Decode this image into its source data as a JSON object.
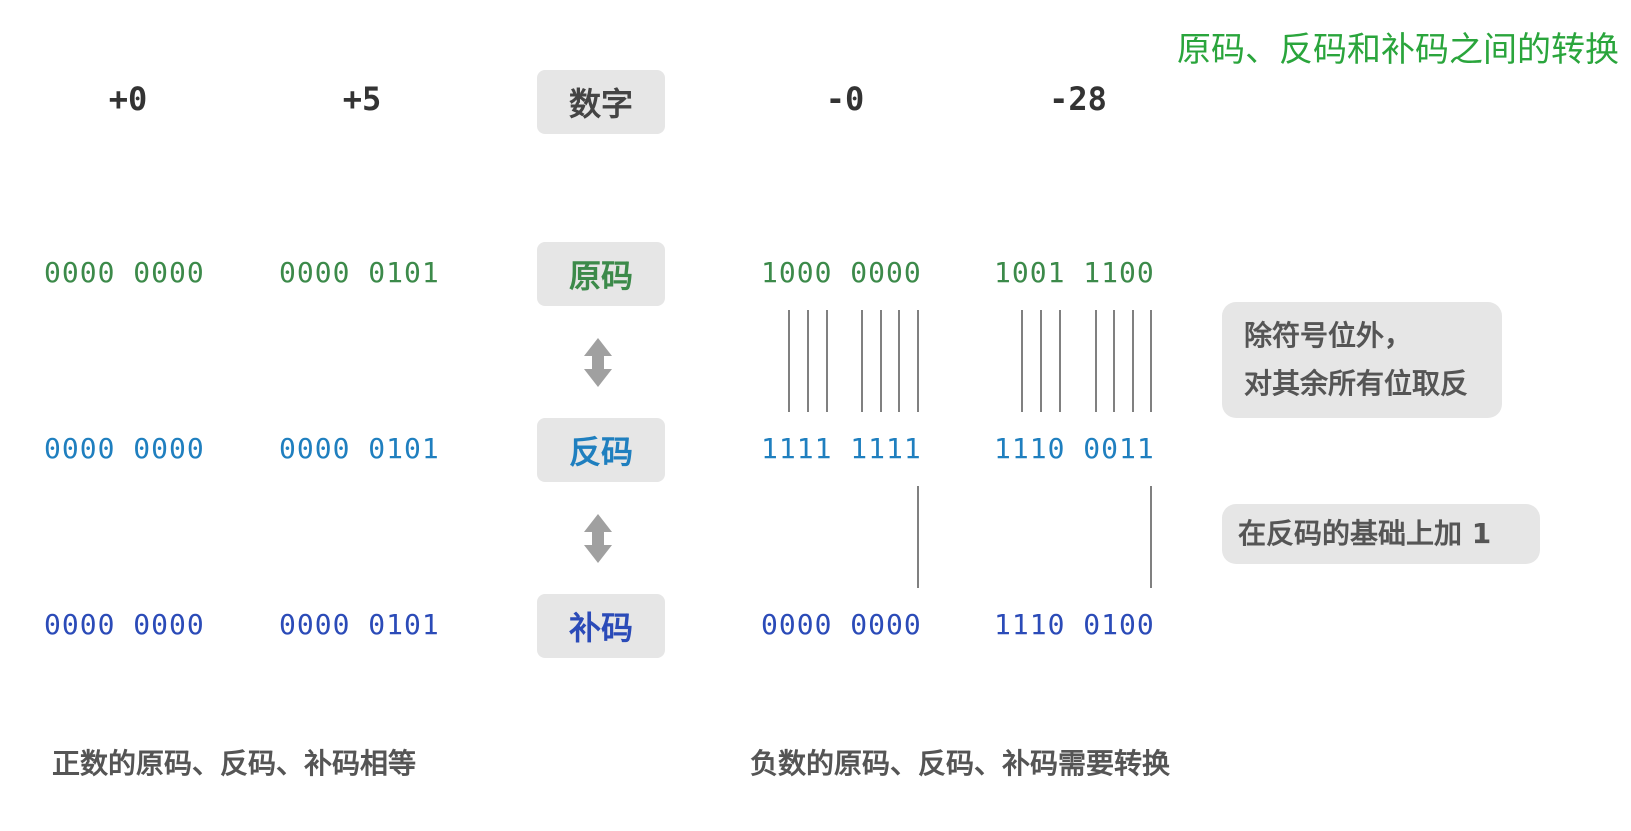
{
  "title": "原码、反码和补码之间的转换",
  "numbers": [
    "+0",
    "+5",
    "-0",
    "-28"
  ],
  "labels": {
    "number": "数字",
    "sign_magnitude": "原码",
    "ones_complement": "反码",
    "twos_complement": "补码"
  },
  "rows": {
    "sign_magnitude": [
      "0000 0000",
      "0000 0101",
      "1000 0000",
      "1001 1100"
    ],
    "ones_complement": [
      "0000 0000",
      "0000 0101",
      "1111 1111",
      "1110 0011"
    ],
    "twos_complement": [
      "0000 0000",
      "0000 0101",
      "0000 0000",
      "1110 0100"
    ]
  },
  "notes": {
    "invert": "除符号位外，\n对其余所有位取反",
    "add_one": "在反码的基础上加 1"
  },
  "captions": {
    "positive": "正数的原码、反码、补码相等",
    "negative": "负数的原码、反码、补码需要转换"
  },
  "colors": {
    "title": "#2aa53c",
    "sign_magnitude": "#3c8a4a",
    "ones_complement": "#1f7fbf",
    "twos_complement": "#2b4bb8",
    "badge_bg": "#e6e6e6"
  },
  "icons": [
    "double-arrow-icon"
  ]
}
